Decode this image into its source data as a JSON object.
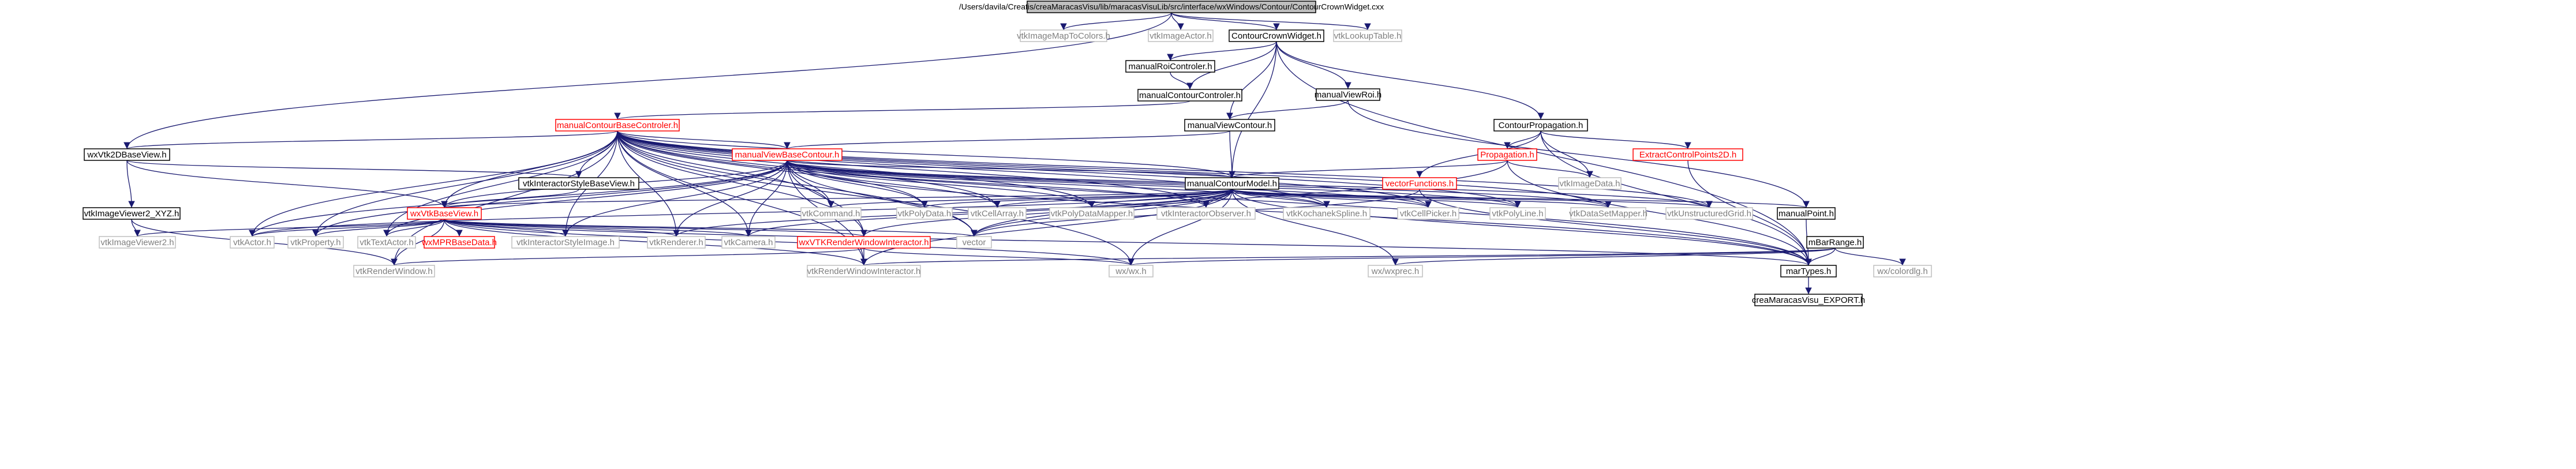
{
  "colors": {
    "edge": "#191970",
    "root_fill": "#bfbfbf",
    "border_black": "#000000",
    "border_red": "#ff0000",
    "border_gray": "#bfbfbf",
    "text_black": "#000000",
    "text_gray": "#7f7f7f",
    "text_red": "#ff0000"
  },
  "nodes": [
    {
      "id": "root",
      "label": "/Users/davila/Creatis/creaMaracasVisu/lib/maracasVisuLib/src/interface/wxWindows/Contour/ContourCrownWidget.cxx",
      "style": "root"
    },
    {
      "id": "vtkImageMapToColors",
      "label": "vtkImageMapToColors.h",
      "style": "gray"
    },
    {
      "id": "vtkImageActor",
      "label": "vtkImageActor.h",
      "style": "gray"
    },
    {
      "id": "ContourCrownWidget",
      "label": "ContourCrownWidget.h",
      "style": "black"
    },
    {
      "id": "vtkLookupTable",
      "label": "vtkLookupTable.h",
      "style": "gray"
    },
    {
      "id": "manualRoiControler",
      "label": "manualRoiControler.h",
      "style": "black"
    },
    {
      "id": "manualContourControler",
      "label": "manualContourControler.h",
      "style": "black"
    },
    {
      "id": "manualViewRoi",
      "label": "manualViewRoi.h",
      "style": "black"
    },
    {
      "id": "manualContourBaseControler",
      "label": "manualContourBaseControler.h",
      "style": "red"
    },
    {
      "id": "manualViewContour",
      "label": "manualViewContour.h",
      "style": "black"
    },
    {
      "id": "ContourPropagation",
      "label": "ContourPropagation.h",
      "style": "black"
    },
    {
      "id": "wxVtk2DBaseView",
      "label": "wxVtk2DBaseView.h",
      "style": "black"
    },
    {
      "id": "manualViewBaseContour",
      "label": "manualViewBaseContour.h",
      "style": "red"
    },
    {
      "id": "Propagation",
      "label": "Propagation.h",
      "style": "red"
    },
    {
      "id": "ExtractControlPoints2D",
      "label": "ExtractControlPoints2D.h",
      "style": "red"
    },
    {
      "id": "vtkInteractorStyleBaseView",
      "label": "vtkInteractorStyleBaseView.h",
      "style": "black"
    },
    {
      "id": "manualContourModel",
      "label": "manualContourModel.h",
      "style": "black"
    },
    {
      "id": "vectorFunctions",
      "label": "vectorFunctions.h",
      "style": "red"
    },
    {
      "id": "vtkImageData",
      "label": "vtkImageData.h",
      "style": "gray"
    },
    {
      "id": "vtkImageViewer2_XYZ",
      "label": "vtkImageViewer2_XYZ.h",
      "style": "black"
    },
    {
      "id": "wxVtkBaseView",
      "label": "wxVtkBaseView.h",
      "style": "red"
    },
    {
      "id": "vtkCommand",
      "label": "vtkCommand.h",
      "style": "gray"
    },
    {
      "id": "vtkPolyData",
      "label": "vtkPolyData.h",
      "style": "gray"
    },
    {
      "id": "vtkCellArray",
      "label": "vtkCellArray.h",
      "style": "gray"
    },
    {
      "id": "vtkPolyDataMapper",
      "label": "vtkPolyDataMapper.h",
      "style": "gray"
    },
    {
      "id": "vtkInteractorObserver",
      "label": "vtkInteractorObserver.h",
      "style": "gray"
    },
    {
      "id": "vtkKochanekSpline",
      "label": "vtkKochanekSpline.h",
      "style": "gray"
    },
    {
      "id": "vtkCellPicker",
      "label": "vtkCellPicker.h",
      "style": "gray"
    },
    {
      "id": "vtkPolyLine",
      "label": "vtkPolyLine.h",
      "style": "gray"
    },
    {
      "id": "vtkDataSetMapper",
      "label": "vtkDataSetMapper.h",
      "style": "gray"
    },
    {
      "id": "vtkUnstructuredGrid",
      "label": "vtkUnstructuredGrid.h",
      "style": "gray"
    },
    {
      "id": "manualPoint",
      "label": "manualPoint.h",
      "style": "black"
    },
    {
      "id": "vtkImageViewer2",
      "label": "vtkImageViewer2.h",
      "style": "gray"
    },
    {
      "id": "vtkActor",
      "label": "vtkActor.h",
      "style": "gray"
    },
    {
      "id": "vtkProperty",
      "label": "vtkProperty.h",
      "style": "gray"
    },
    {
      "id": "vtkTextActor",
      "label": "vtkTextActor.h",
      "style": "gray"
    },
    {
      "id": "wxMPRBaseData",
      "label": "wxMPRBaseData.h",
      "style": "red"
    },
    {
      "id": "vtkInteractorStyleImage",
      "label": "vtkInteractorStyleImage.h",
      "style": "gray"
    },
    {
      "id": "vtkRenderer",
      "label": "vtkRenderer.h",
      "style": "gray"
    },
    {
      "id": "vtkCamera",
      "label": "vtkCamera.h",
      "style": "gray"
    },
    {
      "id": "wxVTKRenderWindowInteractor",
      "label": "wxVTKRenderWindowInteractor.h",
      "style": "red"
    },
    {
      "id": "vector",
      "label": "vector",
      "style": "gray"
    },
    {
      "id": "mBarRange",
      "label": "mBarRange.h",
      "style": "black"
    },
    {
      "id": "vtkRenderWindow",
      "label": "vtkRenderWindow.h",
      "style": "gray"
    },
    {
      "id": "vtkRenderWindowInteractor",
      "label": "vtkRenderWindowInteractor.h",
      "style": "gray"
    },
    {
      "id": "wxwx",
      "label": "wx/wx.h",
      "style": "gray"
    },
    {
      "id": "wxwxprec",
      "label": "wx/wxprec.h",
      "style": "gray"
    },
    {
      "id": "marTypes",
      "label": "marTypes.h",
      "style": "black"
    },
    {
      "id": "wxcolordlg",
      "label": "wx/colordlg.h",
      "style": "gray"
    },
    {
      "id": "creaMaracasVisu_EXPORT",
      "label": "creaMaracasVisu_EXPORT.h",
      "style": "black"
    }
  ],
  "edges": [
    [
      "root",
      "vtkImageMapToColors"
    ],
    [
      "root",
      "vtkImageActor"
    ],
    [
      "root",
      "ContourCrownWidget"
    ],
    [
      "root",
      "vtkLookupTable"
    ],
    [
      "root",
      "wxVtk2DBaseView"
    ],
    [
      "ContourCrownWidget",
      "manualRoiControler"
    ],
    [
      "ContourCrownWidget",
      "manualContourControler"
    ],
    [
      "ContourCrownWidget",
      "manualViewRoi"
    ],
    [
      "ContourCrownWidget",
      "manualViewContour"
    ],
    [
      "ContourCrownWidget",
      "manualContourModel"
    ],
    [
      "ContourCrownWidget",
      "ContourPropagation"
    ],
    [
      "ContourCrownWidget",
      "marTypes"
    ],
    [
      "manualRoiControler",
      "manualContourControler"
    ],
    [
      "manualContourControler",
      "manualContourBaseControler"
    ],
    [
      "manualViewRoi",
      "manualViewContour"
    ],
    [
      "manualViewRoi",
      "manualPoint"
    ],
    [
      "manualViewContour",
      "manualViewBaseContour"
    ],
    [
      "manualViewContour",
      "manualContourModel"
    ],
    [
      "manualContourBaseControler",
      "wxVtk2DBaseView"
    ],
    [
      "manualContourBaseControler",
      "manualViewBaseContour"
    ],
    [
      "manualContourBaseControler",
      "manualContourModel"
    ],
    [
      "manualContourBaseControler",
      "vtkInteractorStyleBaseView"
    ],
    [
      "manualContourBaseControler",
      "wxVtkBaseView"
    ],
    [
      "manualContourBaseControler",
      "vtkCommand"
    ],
    [
      "manualContourBaseControler",
      "vtkPolyData"
    ],
    [
      "manualContourBaseControler",
      "vtkCellArray"
    ],
    [
      "manualContourBaseControler",
      "vtkPolyDataMapper"
    ],
    [
      "manualContourBaseControler",
      "vtkInteractorObserver"
    ],
    [
      "manualContourBaseControler",
      "vtkKochanekSpline"
    ],
    [
      "manualContourBaseControler",
      "vtkCellPicker"
    ],
    [
      "manualContourBaseControler",
      "vtkPolyLine"
    ],
    [
      "manualContourBaseControler",
      "vtkDataSetMapper"
    ],
    [
      "manualContourBaseControler",
      "vtkUnstructuredGrid"
    ],
    [
      "manualContourBaseControler",
      "vtkActor"
    ],
    [
      "manualContourBaseControler",
      "vtkProperty"
    ],
    [
      "manualContourBaseControler",
      "vtkTextActor"
    ],
    [
      "manualContourBaseControler",
      "vtkInteractorStyleImage"
    ],
    [
      "manualContourBaseControler",
      "vtkRenderer"
    ],
    [
      "manualContourBaseControler",
      "vtkCamera"
    ],
    [
      "manualContourBaseControler",
      "wxVTKRenderWindowInteractor"
    ],
    [
      "manualContourBaseControler",
      "vector"
    ],
    [
      "manualContourBaseControler",
      "vtkRenderWindow"
    ],
    [
      "manualContourBaseControler",
      "vtkRenderWindowInteractor"
    ],
    [
      "manualContourBaseControler",
      "wxwx"
    ],
    [
      "manualContourBaseControler",
      "marTypes"
    ],
    [
      "wxVtk2DBaseView",
      "vtkInteractorStyleBaseView"
    ],
    [
      "wxVtk2DBaseView",
      "vtkImageViewer2_XYZ"
    ],
    [
      "wxVtk2DBaseView",
      "wxVtkBaseView"
    ],
    [
      "ContourPropagation",
      "Propagation"
    ],
    [
      "ContourPropagation",
      "ExtractControlPoints2D"
    ],
    [
      "ContourPropagation",
      "vectorFunctions"
    ],
    [
      "ContourPropagation",
      "vtkImageData"
    ],
    [
      "ContourPropagation",
      "marTypes"
    ],
    [
      "manualViewBaseContour",
      "manualContourModel"
    ],
    [
      "manualViewBaseContour",
      "wxVtkBaseView"
    ],
    [
      "manualViewBaseContour",
      "vtkCommand"
    ],
    [
      "manualViewBaseContour",
      "vtkPolyData"
    ],
    [
      "manualViewBaseContour",
      "vtkCellArray"
    ],
    [
      "manualViewBaseContour",
      "vtkPolyDataMapper"
    ],
    [
      "manualViewBaseContour",
      "vtkInteractorObserver"
    ],
    [
      "manualViewBaseContour",
      "vtkKochanekSpline"
    ],
    [
      "manualViewBaseContour",
      "vtkCellPicker"
    ],
    [
      "manualViewBaseContour",
      "vtkPolyLine"
    ],
    [
      "manualViewBaseContour",
      "vtkDataSetMapper"
    ],
    [
      "manualViewBaseContour",
      "vtkUnstructuredGrid"
    ],
    [
      "manualViewBaseContour",
      "vtkActor"
    ],
    [
      "manualViewBaseContour",
      "vtkProperty"
    ],
    [
      "manualViewBaseContour",
      "vtkTextActor"
    ],
    [
      "manualViewBaseContour",
      "vtkInteractorStyleImage"
    ],
    [
      "manualViewBaseContour",
      "vtkRenderer"
    ],
    [
      "manualViewBaseContour",
      "vtkCamera"
    ],
    [
      "manualViewBaseContour",
      "wxVTKRenderWindowInteractor"
    ],
    [
      "manualViewBaseContour",
      "vector"
    ],
    [
      "manualViewBaseContour",
      "vtkRenderWindowInteractor"
    ],
    [
      "manualViewBaseContour",
      "marTypes"
    ],
    [
      "Propagation",
      "manualContourModel"
    ],
    [
      "Propagation",
      "vtkImageData"
    ],
    [
      "Propagation",
      "vector"
    ],
    [
      "Propagation",
      "marTypes"
    ],
    [
      "ExtractControlPoints2D",
      "marTypes"
    ],
    [
      "vtkInteractorStyleBaseView",
      "wxVtkBaseView"
    ],
    [
      "manualContourModel",
      "wxVtkBaseView"
    ],
    [
      "manualContourModel",
      "vtkCommand"
    ],
    [
      "manualContourModel",
      "vtkPolyData"
    ],
    [
      "manualContourModel",
      "vtkCellArray"
    ],
    [
      "manualContourModel",
      "vtkPolyDataMapper"
    ],
    [
      "manualContourModel",
      "vtkInteractorObserver"
    ],
    [
      "manualContourModel",
      "vtkKochanekSpline"
    ],
    [
      "manualContourModel",
      "vtkCellPicker"
    ],
    [
      "manualContourModel",
      "vtkPolyLine"
    ],
    [
      "manualContourModel",
      "vtkDataSetMapper"
    ],
    [
      "manualContourModel",
      "vtkUnstructuredGrid"
    ],
    [
      "manualContourModel",
      "manualPoint"
    ],
    [
      "manualContourModel",
      "vtkCamera"
    ],
    [
      "manualContourModel",
      "wxVTKRenderWindowInteractor"
    ],
    [
      "manualContourModel",
      "vector"
    ],
    [
      "manualContourModel",
      "vtkRenderer"
    ],
    [
      "manualContourModel",
      "marTypes"
    ],
    [
      "manualContourModel",
      "wxwx"
    ],
    [
      "manualContourModel",
      "wxwxprec"
    ],
    [
      "manualContourModel",
      "vtkRenderWindowInteractor"
    ],
    [
      "manualContourModel",
      "vtkActor"
    ],
    [
      "vectorFunctions",
      "vector"
    ],
    [
      "vectorFunctions",
      "marTypes"
    ],
    [
      "vtkImageViewer2_XYZ",
      "vtkImageViewer2"
    ],
    [
      "vtkImageViewer2_XYZ",
      "vtkRenderWindow"
    ],
    [
      "wxVtkBaseView",
      "vtkImageViewer2"
    ],
    [
      "wxVtkBaseView",
      "vtkActor"
    ],
    [
      "wxVtkBaseView",
      "vtkProperty"
    ],
    [
      "wxVtkBaseView",
      "vtkTextActor"
    ],
    [
      "wxVtkBaseView",
      "wxMPRBaseData"
    ],
    [
      "wxVtkBaseView",
      "vtkInteractorStyleImage"
    ],
    [
      "wxVtkBaseView",
      "vtkRenderer"
    ],
    [
      "wxVtkBaseView",
      "vtkCamera"
    ],
    [
      "wxVtkBaseView",
      "wxVTKRenderWindowInteractor"
    ],
    [
      "wxVtkBaseView",
      "vector"
    ],
    [
      "wxVtkBaseView",
      "vtkRenderWindow"
    ],
    [
      "wxVtkBaseView",
      "vtkRenderWindowInteractor"
    ],
    [
      "wxVtkBaseView",
      "wxwx"
    ],
    [
      "wxVtkBaseView",
      "marTypes"
    ],
    [
      "manualPoint",
      "marTypes"
    ],
    [
      "wxVTKRenderWindowInteractor",
      "vtkRenderWindowInteractor"
    ],
    [
      "wxVTKRenderWindowInteractor",
      "wxwx"
    ],
    [
      "wxVTKRenderWindowInteractor",
      "vtkRenderWindow"
    ],
    [
      "mBarRange",
      "vtkRenderWindowInteractor"
    ],
    [
      "mBarRange",
      "wxwx"
    ],
    [
      "mBarRange",
      "wxwxprec"
    ],
    [
      "mBarRange",
      "marTypes"
    ],
    [
      "mBarRange",
      "wxcolordlg"
    ],
    [
      "marTypes",
      "creaMaracasVisu_EXPORT"
    ]
  ]
}
